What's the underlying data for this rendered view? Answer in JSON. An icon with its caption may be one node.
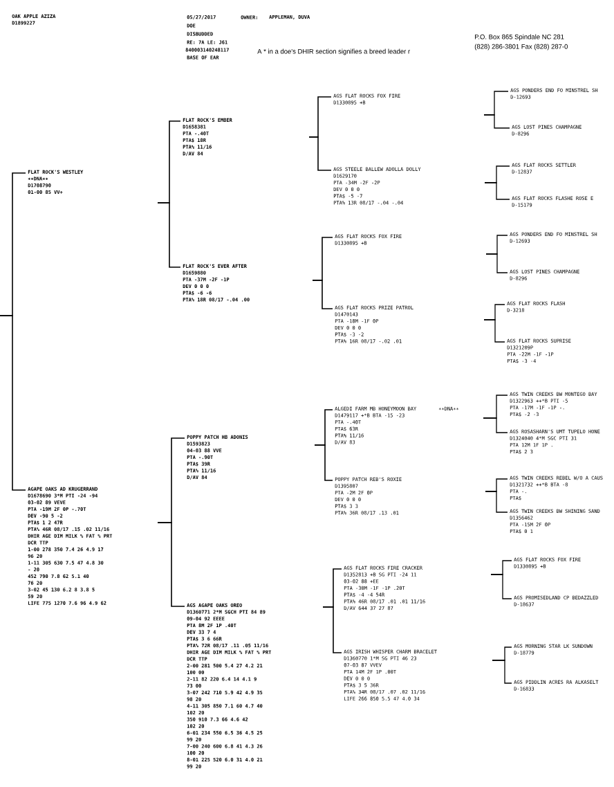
{
  "diagram": {
    "nodes": [
      {
        "text": [
          "OAK APPLE AZIZA",
          "D1899227"
        ]
      },
      {
        "text": [
          "FLAT ROCK'S WESTLEY",
          "∗∗DNA∗∗",
          "D1708790",
          "01-00 85 VV+"
        ]
      },
      {
        "text": [
          "AGAPE OAKS AD KRUGERRAND",
          "D1678690 3*M PTI -24 -94",
          "03-02 89 VEVE",
          "PTA -19M 2F 0P -.70T",
          "DEV -90 5 -2",
          "PTA$ 1 2 47R",
          "PTA% 46R 08/17 .15 .02 11/16",
          "DHIR AGE DIM MILK % FAT % PRT",
          "DCR TTP",
          "1-00 278 350 7.4 26 4.9 17",
          "96 20",
          "1-11 305 630 7.5 47 4.8 30",
          "- 20",
          "452 790 7.8 62 5.1 40",
          "76 20",
          "3-02 45 130 6.2 8 3.8 5",
          "59 20",
          "LIFE 775 1270 7.6 96 4.9 62"
        ]
      },
      {
        "text": [
          "FLAT ROCK'S EMBER",
          "D1658381",
          "PTA -.40T",
          "PTA$ 18R",
          "PTA% 11/16",
          "D/AV 84"
        ]
      },
      {
        "text": [
          "FLAT ROCK'S EVER AFTER",
          "D1659880",
          "PTA -37M -2F -1P",
          "DEV 0 0 0",
          "PTA$ -6 -6",
          "PTA% 18R 08/17 -.04 .00"
        ]
      },
      {
        "text": [
          "POPPY PATCH HB ADONIS",
          "D1593823",
          "04-03 88 VVE",
          "PTA -.90T",
          "PTA$ 39R",
          "PTA% 11/16",
          "D/AV 84"
        ]
      },
      {
        "text": [
          "AGS AGAPE OAKS OREO",
          "D1360771 2*M SGCH PTI 84 89",
          "09-04 92 EEEE",
          "PTA 8M 2F 1P .40T",
          "DEV 33 7 4",
          "PTA$ 3 6 66R",
          "PTA% 72R 08/17 .11 .05 11/16",
          "DHIR AGE DIM MILK % FAT % PRT",
          "DCR TTP",
          "2-00 281 500 5.4 27 4.2 21",
          "100 00",
          "2-11 82 220 6.4 14 4.1 9",
          "73 00",
          "3-07 242 710 5.9 42 4.9 35",
          "98 20",
          "4-11 305 850 7.1 60 4.7 40",
          "102 20",
          "350 910 7.3 66 4.6 42",
          "102 20",
          "6-01 234 550 6.5 36 4.5 25",
          "99 20",
          "7-00 240 600 6.8 41 4.3 26",
          "100 20",
          "8-01 225 520 6.0 31 4.0 21",
          "99 20"
        ]
      },
      {
        "text": [
          "AGS FLAT ROCKS FOX FIRE",
          "D1330895 +B"
        ]
      },
      {
        "text": [
          "AGS STEELE BALLEW ADOLLA DOLLY",
          "D1629170",
          "PTA -34M -2F -2P",
          "DEV 0 0 0",
          "PTA$ -5 -7",
          "PTA% 13R 08/17 -.04 -.04"
        ]
      },
      {
        "text": [
          "AGS FLAT ROCKS FOX FIRE",
          "D1330895 +B"
        ]
      },
      {
        "text": [
          "AGS FLAT ROCKS PRIZE PATROL",
          "D1470143",
          "PTA -18M -1F 0P",
          "DEV 0 0 0",
          "PTA$ -3 -2",
          "PTA% 16R 08/17 -.02 .01"
        ]
      },
      {
        "text": [
          "ALGEDI FARM MB HONEYMOON BAY",
          "∗∗DNA∗∗",
          "D1479117 +*B BTA -15 -23",
          "PTA -.40T",
          "PTA$ 63R",
          "PTA% 11/16",
          "D/AV 83"
        ]
      },
      {
        "text": [
          "POPPY PATCH REB'S ROXIE",
          "D1395807",
          "PTA -2M 2F 0P",
          "DEV 0 0 0",
          "PTA$ 3 3",
          "PTA% 36R 08/17 .13 .01"
        ]
      },
      {
        "text": [
          "AGS FLAT ROCKS FIRE CRACKER",
          "D1352813 +B SG PTI -24 11",
          "03-02 88 +EE",
          "PTA -30M -1F -1P .20T",
          "PTA$ -4 -4 54R",
          "PTA% 46R 08/17 .01 .01 11/16",
          "D/AV 644 37 27 87"
        ]
      },
      {
        "text": [
          "AGS IRISH WHISPER CHARM BRACELET",
          "D1360770 1*M SG PTI 46 23",
          "07-03 87 VVEV",
          "PTA 14M 2F 1P .00T",
          "DEV 0 0 0",
          "PTA$ 3 5 36R",
          "PTA% 34R 08/17 .07 .02 11/16",
          "LIFE 266 850 5.5 47 4.0 34"
        ]
      },
      {
        "text": [
          "AGS PONDERS END FO MINSTREL SH",
          "D-12693"
        ]
      },
      {
        "text": [
          "AGS LOST PINES CHAMPAGNE",
          "D-8296"
        ]
      },
      {
        "text": [
          "AGS FLAT ROCKS SETTLER",
          "D-12837"
        ]
      },
      {
        "text": [
          "AGS FLAT ROCKS FLASHE ROSE E",
          "D-15179"
        ]
      },
      {
        "text": [
          "AGS PONDERS END FO MINSTREL SH",
          "D-12693"
        ]
      },
      {
        "text": [
          "AGS LOST PINES CHAMPAGNE",
          "D-8296"
        ]
      },
      {
        "text": [
          "AGS FLAT ROCKS FLASH",
          "D-3218"
        ]
      },
      {
        "text": [
          "AGS FLAT ROCKS SUPRISE",
          "D1321209P",
          "PTA -22M -1F -1P",
          "PTA$ -3 -4"
        ]
      },
      {
        "text": [
          "AGS TWIN CREEKS BW MONTEGO BAY",
          "D1322963 ++*B PTI -5",
          "PTA -17M -1F -1P -.",
          "PTA$ -2 -3"
        ]
      },
      {
        "text": [
          "AGS ROSASHARN'S UMT TUPELO HONE",
          "D1324040 4*M SGC PTI 31",
          "PTA 12M 1F 1P .",
          "PTA$ 2 3"
        ]
      },
      {
        "text": [
          "AGS TWIN CREEKS REBEL W/O A CAUS",
          "D1321732 ++*B BTA -8",
          "PTA -.",
          "PTA$"
        ]
      },
      {
        "text": [
          "AGS TWIN CREEKS BW SHINING SAND",
          "D1356462",
          "PTA -15M 2F 0P",
          "PTA$ 0 1"
        ]
      },
      {
        "text": [
          "AGS FLAT ROCKS FOX FIRE",
          "D1330895 +B"
        ]
      },
      {
        "text": [
          "AGS PROMISEDLAND CP BEDAZZLED",
          "D-18637"
        ]
      },
      {
        "text": [
          "AGS MORNING STAR LK SUNDOWN",
          "D-18779"
        ]
      },
      {
        "text": [
          "AGS PIDDLIN ACRES RA ALKASELT",
          "D-16833"
        ]
      }
    ],
    "edges": [
      {
        "from": null,
        "to": 1,
        "arrow": "none"
      },
      {
        "from": null,
        "to": 2,
        "arrow": "none"
      },
      {
        "from": null,
        "to": 3,
        "arrow": "none"
      },
      {
        "from": null,
        "to": 4,
        "arrow": "none"
      },
      {
        "from": null,
        "to": 5,
        "arrow": "none"
      },
      {
        "from": null,
        "to": 6,
        "arrow": "none"
      },
      {
        "from": null,
        "to": 7,
        "arrow": "none"
      },
      {
        "from": null,
        "to": 8,
        "arrow": "none"
      },
      {
        "from": null,
        "to": 9,
        "arrow": "none"
      },
      {
        "from": null,
        "to": 10,
        "arrow": "none"
      },
      {
        "from": null,
        "to": 11,
        "arrow": "none"
      },
      {
        "from": null,
        "to": 12,
        "arrow": "none"
      },
      {
        "from": null,
        "to": 13,
        "arrow": "none"
      },
      {
        "from": null,
        "to": 14,
        "arrow": "none"
      },
      {
        "from": null,
        "to": 15,
        "arrow": "none"
      },
      {
        "from": null,
        "to": 16,
        "arrow": "none"
      },
      {
        "from": null,
        "to": 17,
        "arrow": "none"
      },
      {
        "from": null,
        "to": 18,
        "arrow": "none"
      },
      {
        "from": null,
        "to": 19,
        "arrow": "none"
      },
      {
        "from": null,
        "to": 20,
        "arrow": "none"
      },
      {
        "from": null,
        "to": 21,
        "arrow": "none"
      },
      {
        "from": null,
        "to": 22,
        "arrow": "none"
      },
      {
        "from": null,
        "to": 23,
        "arrow": "none"
      },
      {
        "from": null,
        "to": 24,
        "arrow": "none"
      },
      {
        "from": null,
        "to": 25,
        "arrow": "none"
      },
      {
        "from": null,
        "to": 26,
        "arrow": "none"
      },
      {
        "from": null,
        "to": 27,
        "arrow": "none"
      },
      {
        "from": null,
        "to": 28,
        "arrow": "none"
      },
      {
        "from": null,
        "to": 29,
        "arrow": "none"
      },
      {
        "from": null,
        "to": 30,
        "arrow": "none"
      }
    ],
    "labels": [
      "05/27/2017",
      "OWNER:",
      "APPLEMAN, DUVA",
      "DOE",
      "DISBUDDED",
      "RE: 7A LE: J61",
      "840003140248117",
      "BASE OF EAR",
      "A * in a doe's DHIR section signifies a breed leader r",
      "P.O. Box 865 Spindale NC 281",
      "(828) 286-3801 Fax (828) 287-0"
    ]
  }
}
